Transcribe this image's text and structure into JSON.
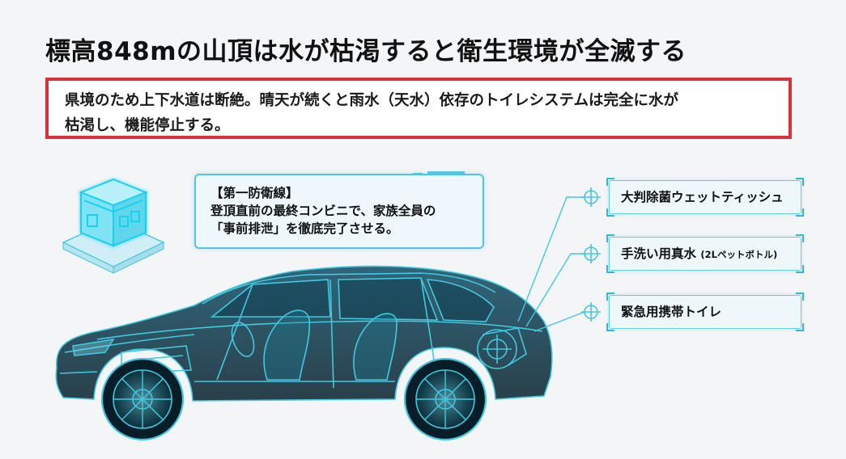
{
  "title": "標高848mの山頂は水が枯渇すると衛生環境が全滅する",
  "alert": {
    "line1": "県境のため上下水道は断絶。晴天が続くと雨水（天水）依存のトイレシステムは完全に水が",
    "line2": "枯渇し、機能停止する。"
  },
  "callout": {
    "heading": "【第一防衛線】",
    "line1": "登頂直前の最終コンビニで、家族全員の",
    "line2": "「事前排泄」を徹底完了させる。"
  },
  "items": [
    {
      "label": "大判除菌ウェットティッシュ",
      "sub": ""
    },
    {
      "label": "手洗い用真水",
      "sub": "(2Lペットボトル)"
    },
    {
      "label": "緊急用携帯トイレ",
      "sub": ""
    }
  ],
  "colors": {
    "accent": "#51c6e0",
    "alert": "#d8313b",
    "wire": "#3fc9e2"
  },
  "icons": [
    "convenience-store-icon",
    "crosshair-icon"
  ]
}
